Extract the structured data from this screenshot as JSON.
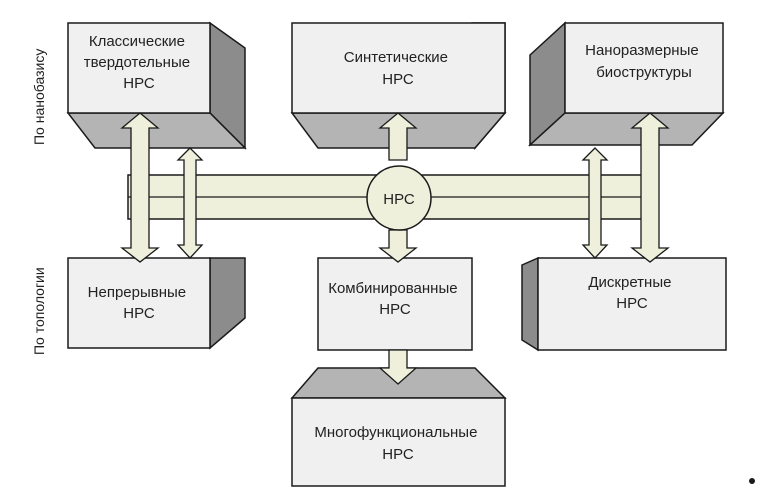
{
  "side_labels": {
    "nanobasis": "По нанобазису",
    "topology": "По топологии"
  },
  "center": {
    "label": "НРС"
  },
  "boxes": {
    "classic": [
      "Классические",
      "твердотельные",
      "НРС"
    ],
    "synthetic": [
      "Синтетические",
      "НРС"
    ],
    "nano_bio": [
      "Наноразмерные",
      "биоструктуры"
    ],
    "continuous": [
      "Непрерывные",
      "НРС"
    ],
    "combined": [
      "Комбинированные",
      "НРС"
    ],
    "discrete": [
      "Дискретные",
      "НРС"
    ],
    "multifunctional": [
      "Многофункциональные",
      "НРС"
    ]
  },
  "colors": {
    "box_face": "#f0f0f0",
    "box_side": "#8c8c8c",
    "box_bottom": "#b4b4b4",
    "arrow_fill": "#eef0dc",
    "outline": "#1a1a1a",
    "text": "#222222"
  }
}
